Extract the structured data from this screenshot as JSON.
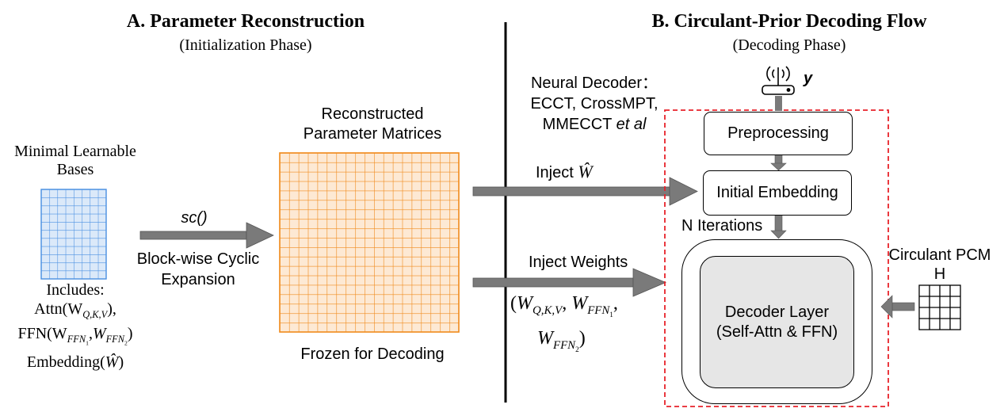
{
  "colors": {
    "arrow": "#7a7a7a",
    "blue_grid": "#4a90e2",
    "orange_grid": "#f08a1c",
    "dashed": "#e8222a",
    "decoder_fill": "#e6e6e6"
  },
  "section_a": {
    "title": "A. Parameter Reconstruction",
    "subtitle": "(Initialization Phase)"
  },
  "section_b": {
    "title": "B. Circulant-Prior Decoding Flow",
    "subtitle": "(Decoding Phase)"
  },
  "bases": {
    "label_line1": "Minimal Learnable",
    "label_line2": "Bases",
    "includes": "Includes:",
    "attn": "Attn(W",
    "attn_sub": "Q,K,V",
    "ffn": "FFN(W",
    "ffn_sub1": "FFN",
    "ffn_sub2": "FFN",
    "embedding": "Embedding("
  },
  "expansion": {
    "func": "sc()",
    "label_line1": "Block-wise Cyclic",
    "label_line2": "Expansion"
  },
  "reconstructed": {
    "label_line1": "Reconstructed",
    "label_line2": "Parameter Matrices",
    "frozen": "Frozen for Decoding"
  },
  "neural_decoder": {
    "line1": "Neural Decoder：",
    "line2": "ECCT, CrossMPT,",
    "line3_a": "MMECCT ",
    "line3_b": "et al"
  },
  "inject_w_label": "Inject ",
  "inject_weights_label": "Inject Weights",
  "signal_label": "y",
  "preprocessing": "Preprocessing",
  "initial_embedding": "Initial Embedding",
  "n_iterations": "N Iterations",
  "decoder_layer_line1": "Decoder Layer",
  "decoder_layer_line2": "(Self-Attn & FFN)",
  "pcm_line1": "Circulant PCM",
  "pcm_line2": "H"
}
